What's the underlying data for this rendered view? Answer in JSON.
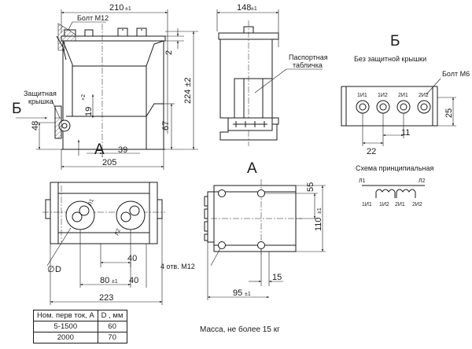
{
  "dims": {
    "d210": "210",
    "tol210": "±1",
    "d148": "148",
    "tol148": "±1",
    "d2": "2",
    "d224": "224 ±2",
    "d19": "19",
    "tol19": "+2",
    "d48": "48",
    "d67": "67",
    "d39": "39",
    "d205": "205",
    "d223": "223",
    "d80": "80",
    "tol80": "±1",
    "d40a": "40",
    "d40b": "40",
    "d55": "55",
    "d110": "110",
    "tol110": "±1",
    "d15": "15",
    "d95": "95",
    "tol95": "±1",
    "d22": "22",
    "d11": "11",
    "d25": "25"
  },
  "labels": {
    "bolt_m12": "Болт М12",
    "protective_cover_l1": "Защитная",
    "protective_cover_l2": "крышка",
    "nameplate_l1": "Паспортная",
    "nameplate_l2": "табличка",
    "view_b": "Б",
    "view_a": "А",
    "view_b_title": "Б",
    "view_b_subtitle": "Без защитной крышки",
    "view_a_title": "А",
    "bolt_m6": "Болт М6",
    "holes": "4 отв. М12",
    "diam_d": "D",
    "l1": "Л1",
    "l2": "Л2",
    "schematic_title": "Схема принципиальная",
    "mass": "Масса, не более 15 кг"
  },
  "terminals": {
    "top": [
      "1И1",
      "1И2",
      "2И1",
      "2И2"
    ],
    "schematic": [
      "1И1",
      "1И2",
      "2И1",
      "2И2"
    ]
  },
  "primary_marks": {
    "p1": "Л1",
    "p2": "Л2"
  },
  "table": {
    "headers": [
      "Ном. перв ток, А",
      "D , мм"
    ],
    "rows": [
      [
        "5-1500",
        "60"
      ],
      [
        "2000",
        "70"
      ]
    ]
  }
}
